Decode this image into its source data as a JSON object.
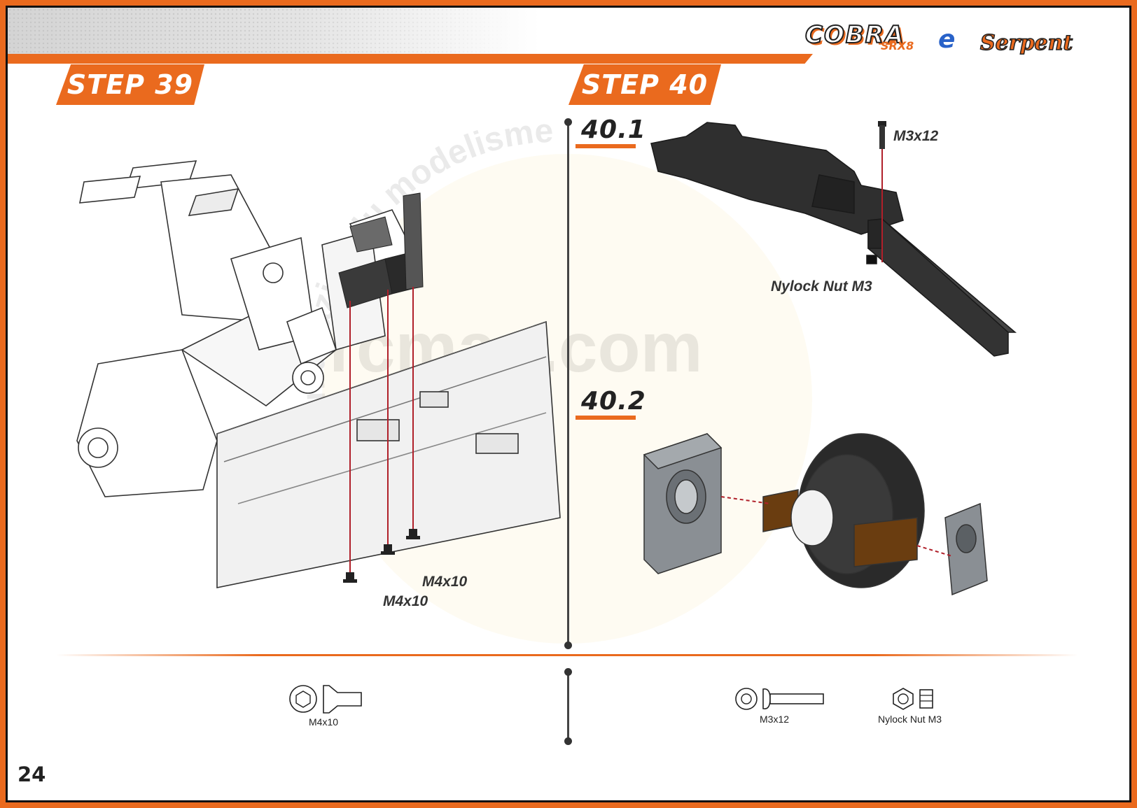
{
  "header": {
    "brand_logo": "COBRA",
    "brand_logo_sub": "SRX8",
    "brand_logo_suffix": "e",
    "maker_logo": "Serpent"
  },
  "steps": {
    "left": {
      "title": "STEP 39"
    },
    "right": {
      "title": "STEP 40",
      "sub1": "40.1",
      "sub2": "40.2"
    }
  },
  "callouts": {
    "m4x10_a": "M4x10",
    "m4x10_b": "M4x10",
    "m3x12": "M3x12",
    "nylock": "Nylock Nut M3"
  },
  "parts_bag": {
    "left": [
      {
        "label": "M4x10",
        "icon": "flat-head-screw-icon"
      }
    ],
    "right": [
      {
        "label": "M3x12",
        "icon": "button-head-screw-icon"
      },
      {
        "label": "Nylock Nut M3",
        "icon": "nylock-nut-icon"
      }
    ]
  },
  "watermark": {
    "main": "rcmag.com",
    "arc": "Le magazine du modelisme"
  },
  "page_number": "24",
  "colors": {
    "accent": "#ea6a1e",
    "frame": "#111111",
    "part_dark": "#2f2f2f",
    "part_grey": "#8a8f94",
    "guide_line": "#b0202a"
  }
}
